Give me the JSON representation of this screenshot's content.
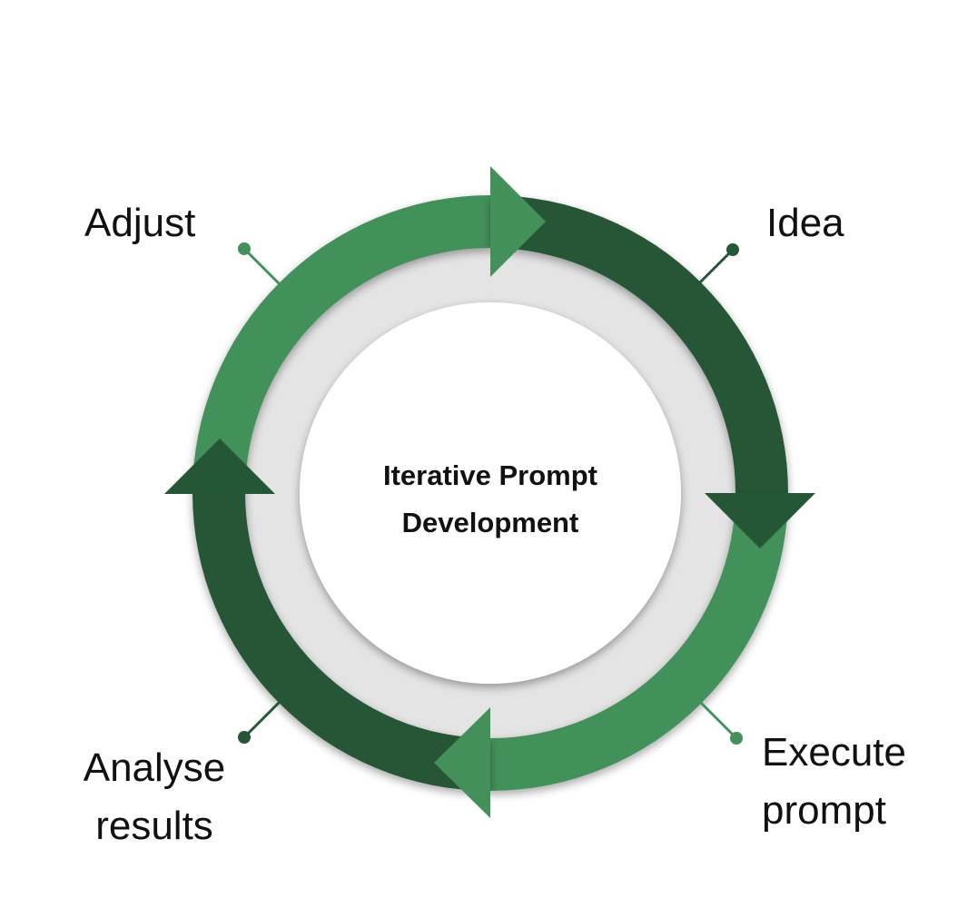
{
  "diagram": {
    "type": "cycle",
    "center_title": "Iterative Prompt\nDevelopment",
    "direction": "clockwise",
    "colors": {
      "light_green": "#43905a",
      "dark_green": "#255635",
      "ring_gray": "#e4e4e4",
      "center_fill": "#ffffff",
      "text": "#111111"
    },
    "stages": [
      {
        "order": 1,
        "label": "Idea",
        "position": "top-right",
        "segment_color": "dark_green",
        "arrow_direction": "down"
      },
      {
        "order": 2,
        "label": "Execute\nprompt",
        "position": "bottom-right",
        "segment_color": "light_green",
        "arrow_direction": "left"
      },
      {
        "order": 3,
        "label": "Analyse\nresults",
        "position": "bottom-left",
        "segment_color": "dark_green",
        "arrow_direction": "up"
      },
      {
        "order": 4,
        "label": "Adjust",
        "position": "top-left",
        "segment_color": "light_green",
        "arrow_direction": "right"
      }
    ]
  }
}
